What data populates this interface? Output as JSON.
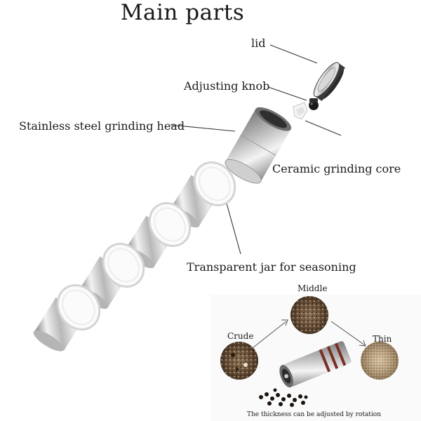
{
  "title": "Main parts",
  "labels": {
    "lid": "lid",
    "adjusting_knob": "Adjusting knob",
    "grinding_head": "Stainless steel grinding head",
    "grinding_core": "Ceramic grinding core",
    "jar": "Transparent jar for seasoning"
  },
  "inset": {
    "middle": "Middle",
    "crude": "Crude",
    "thin": "Thin",
    "caption": "The thickness can be adjusted by rotation"
  },
  "colors": {
    "steel_light": "#e6e6e6",
    "steel_dark": "#8a8a8a",
    "pepper_dark": "#4a3624",
    "pepper_light": "#c9b596",
    "leader_line": "#333333"
  }
}
